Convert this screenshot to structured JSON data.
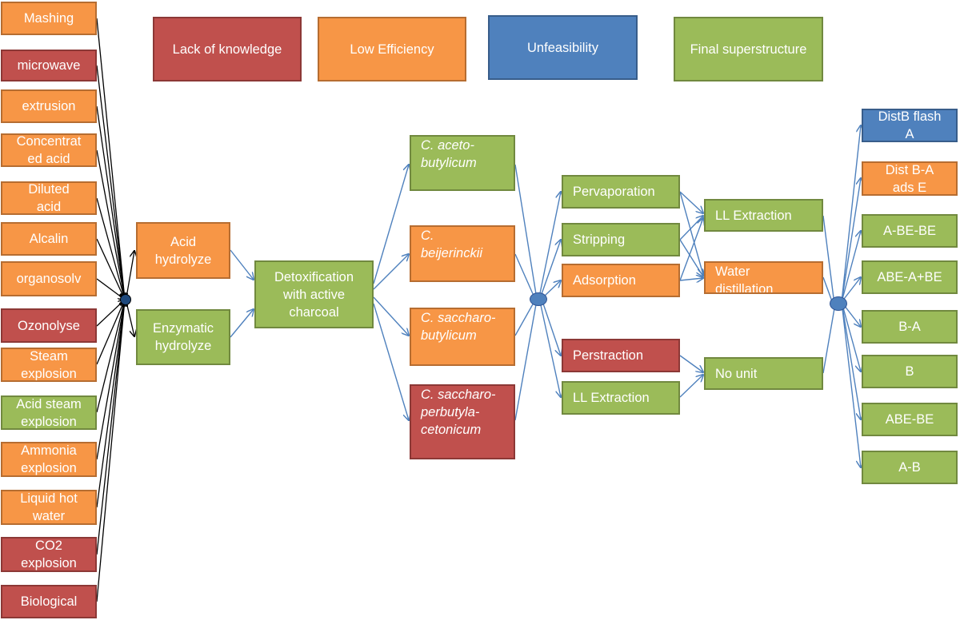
{
  "colors": {
    "lack_of_knowledge": "#c0504d",
    "low_efficiency": "#f79646",
    "unfeasibility": "#4f81bd",
    "final_superstructure": "#9bbb59",
    "arrow_blue": "#4f81bd",
    "arrow_black": "#000000"
  },
  "legend": {
    "lack_of_knowledge": "Lack of knowledge",
    "low_efficiency": "Low Efficiency",
    "unfeasibility": "Unfeasibility",
    "final_superstructure": "Final superstructure"
  },
  "pretreatment": {
    "mashing": "Mashing",
    "microwave": "microwave",
    "extrusion": "extrusion",
    "concentrated_acid_1": "Concentrat",
    "concentrated_acid_2": "ed acid",
    "diluted_acid_1": "Diluted",
    "diluted_acid_2": "acid",
    "alcalin": "Alcalin",
    "organosolv": "organosolv",
    "ozonolyse": "Ozonolyse",
    "steam_explosion_1": "Steam",
    "steam_explosion_2": "explosion",
    "acid_steam_explosion_1": "Acid steam",
    "acid_steam_explosion_2": "explosion",
    "ammonia_explosion_1": "Ammonia",
    "ammonia_explosion_2": "explosion",
    "liquid_hot_water_1": "Liquid hot",
    "liquid_hot_water_2": "water",
    "co2_explosion_1": "CO2",
    "co2_explosion_2": "explosion",
    "biological": "Biological"
  },
  "hydrolysis": {
    "acid_1": "Acid",
    "acid_2": "hydrolyze",
    "enzymatic_1": "Enzymatic",
    "enzymatic_2": "hydrolyze"
  },
  "detox": {
    "line1": "Detoxification",
    "line2": "with active",
    "line3": "charcoal"
  },
  "organisms": {
    "aceto_1": "C. aceto-",
    "aceto_2": "butylicum",
    "beijer_1": "C.",
    "beijer_2": "beijerinckii",
    "sacch_1": "C. saccharo-",
    "sacch_2": "butylicum",
    "perbut_1": "C. saccharo-",
    "perbut_2": "perbutyla-",
    "perbut_3": "cetonicum"
  },
  "recovery": {
    "pervaporation": "Pervaporation",
    "stripping": "Stripping",
    "adsorption": "Adsorption",
    "perstraction": "Perstraction",
    "ll_extraction": "LL Extraction"
  },
  "secondary": {
    "ll_extraction": "LL Extraction",
    "water_1": "Water",
    "water_2": "distillation",
    "no_unit": "No unit"
  },
  "distillation": {
    "distb_1": "DistB flash",
    "distb_2": "A",
    "distba_1": "Dist B-A",
    "distba_2": "ads E",
    "a_be_be": "A-BE-BE",
    "abe_a_be": "ABE-A+BE",
    "b_a": "B-A",
    "b": "B",
    "abe_be": "ABE-BE",
    "a_b": "A-B"
  }
}
